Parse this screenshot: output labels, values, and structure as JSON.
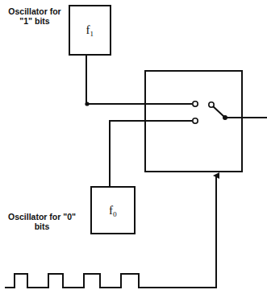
{
  "diagram": {
    "nodes": [
      {
        "text": [
          "Oscillator for \"1\" bits",
          "f₁"
        ]
      },
      {
        "text": [
          "Oscillator for \"0\" bits",
          "f₀"
        ]
      }
    ]
  }
}
